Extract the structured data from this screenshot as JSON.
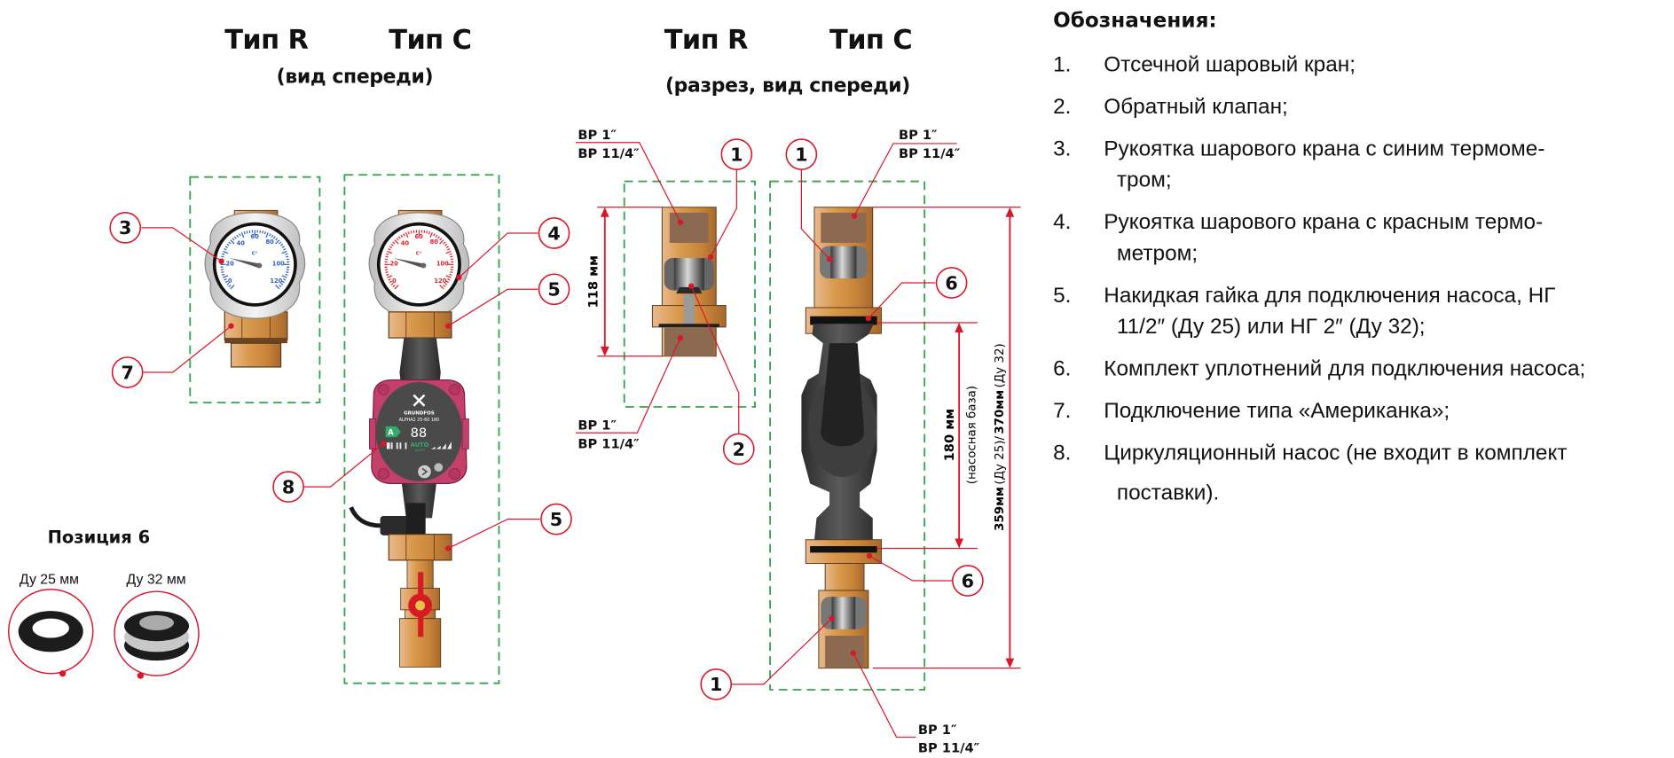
{
  "front_view": {
    "type_r": "Тип R",
    "type_c": "Тип С",
    "caption": "(вид спереди)"
  },
  "section_view": {
    "type_r": "Тип R",
    "type_c": "Тип С",
    "caption": "(разрез, вид спереди)"
  },
  "threads": {
    "line1": "ВР 1″",
    "line2": "ВР 11/4″"
  },
  "dimensions": {
    "type_r_height": "118 мм",
    "pump_base": "180 мм",
    "pump_base_note": "(насосная база)",
    "total_height_du25": "359мм",
    "total_height_du25_note": "(Ду 25)/",
    "total_height_du32": "370мм",
    "total_height_du32_note": "(Ду 32)"
  },
  "callouts": [
    "1",
    "2",
    "3",
    "4",
    "5",
    "6",
    "7",
    "8"
  ],
  "pump": {
    "brand": "GRUNDFOS",
    "model": "ALPHA2  25-60  180",
    "display": "88",
    "energy_class": "A",
    "mode": "AUTO",
    "mode_sub": "ADAPT"
  },
  "thermometer": {
    "unit": "C°",
    "scale": [
      "0",
      "20",
      "40",
      "60",
      "80",
      "100",
      "120"
    ],
    "blue_color": "#2b5fb8",
    "red_color": "#e0202a"
  },
  "position6": {
    "title": "Позиция 6",
    "du25": "Ду 25 мм",
    "du32": "Ду 32 мм"
  },
  "legend": {
    "title": "Обозначения:",
    "items": [
      {
        "num": "1.",
        "text": "Отсечной шаровый кран;"
      },
      {
        "num": "2.",
        "text": "Обратный клапан;"
      },
      {
        "num": "3.",
        "text": "Рукоятка шарового крана с синим термоме-",
        "cont": "тром;"
      },
      {
        "num": "4.",
        "text": "Рукоятка шарового крана с красным термо-",
        "cont": "метром;"
      },
      {
        "num": "5.",
        "text": "Накидкая гайка для подключения насоса, НГ",
        "cont": "11/2″ (Ду 25) или НГ 2″ (Ду 32);"
      },
      {
        "num": "6.",
        "text": "Комплект уплотнений для подключения насоса;"
      },
      {
        "num": "7.",
        "text": "Подключение типа «Американка»;"
      },
      {
        "num": "8.",
        "text": "Циркуляционный насос (не входит в комплект",
        "cont": "поставки)."
      }
    ]
  },
  "colors": {
    "callout_red": "#d9172a",
    "frame_green": "#2ea84a",
    "brass": "#c8873e",
    "pump_magenta": "#c2406a",
    "pump_dark": "#4a4a4a"
  }
}
